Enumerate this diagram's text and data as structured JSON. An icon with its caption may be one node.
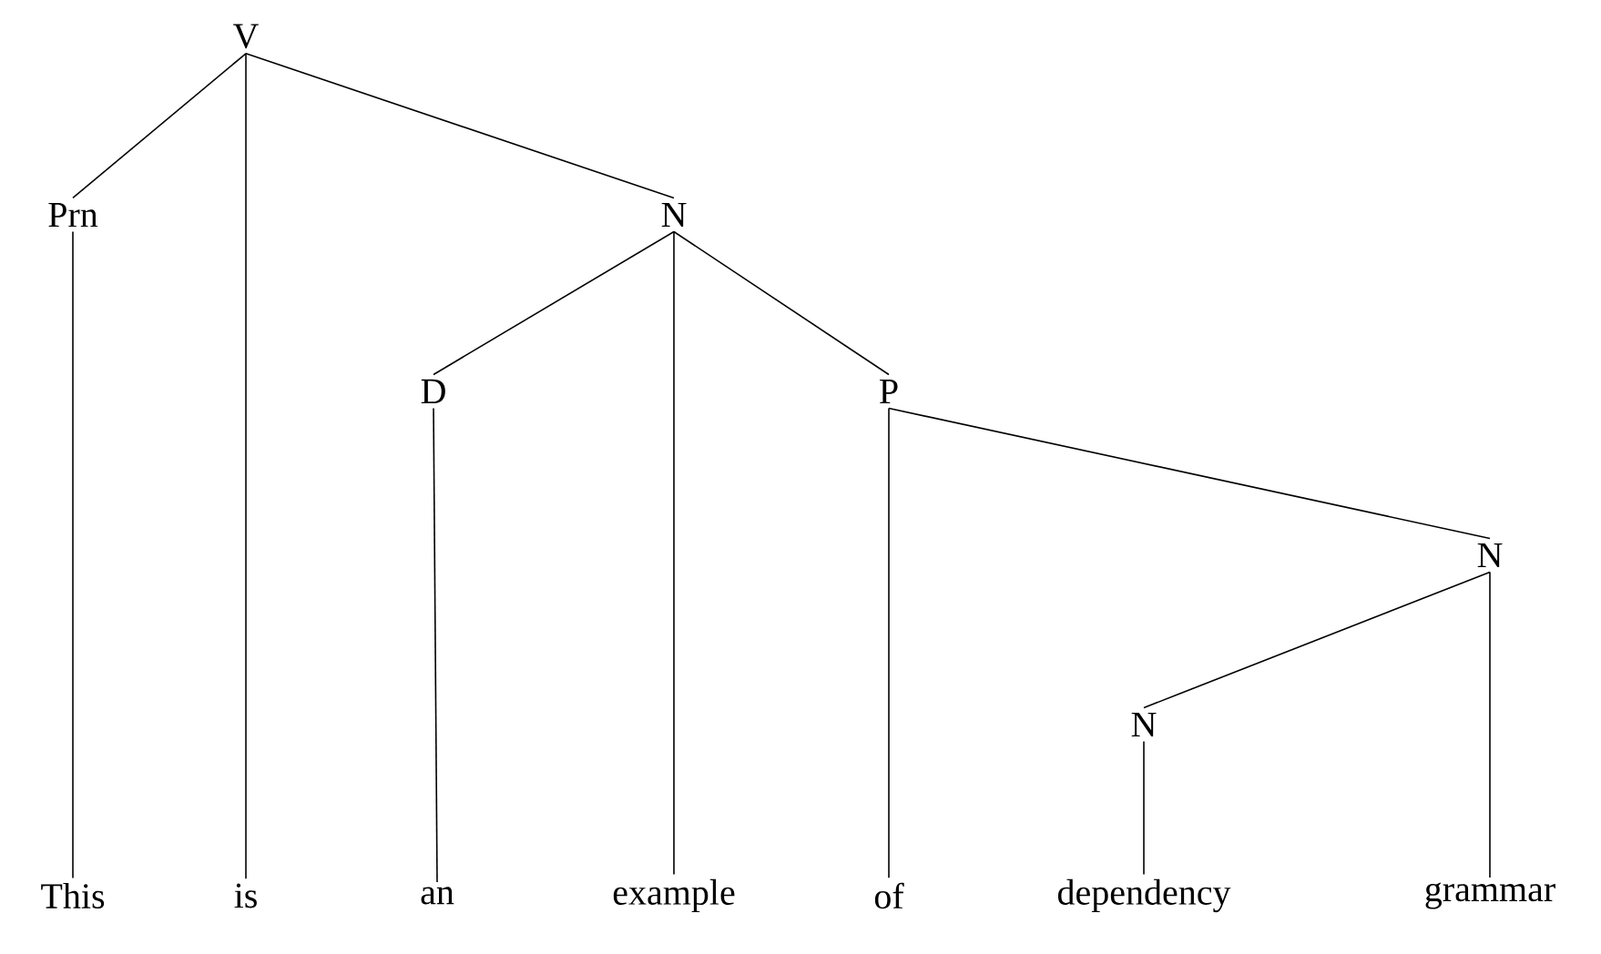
{
  "diagram": {
    "nodes": [
      {
        "text": [
          "V"
        ]
      },
      {
        "text": [
          "Prn"
        ]
      },
      {
        "text": [
          "N"
        ]
      },
      {
        "text": [
          "D"
        ]
      },
      {
        "text": [
          "P"
        ]
      },
      {
        "text": [
          "N"
        ]
      },
      {
        "text": [
          "N"
        ]
      },
      {
        "text": [
          "This"
        ]
      },
      {
        "text": [
          "is"
        ]
      },
      {
        "text": [
          "an"
        ]
      },
      {
        "text": [
          "example"
        ]
      },
      {
        "text": [
          "of"
        ]
      },
      {
        "text": [
          "dependency"
        ]
      },
      {
        "text": [
          "grammar"
        ]
      }
    ],
    "edges": [
      {
        "from": 0,
        "to": 1,
        "arrow": "none"
      },
      {
        "from": 0,
        "to": 2,
        "arrow": "none"
      },
      {
        "from": 2,
        "to": 3,
        "arrow": "none"
      },
      {
        "from": 2,
        "to": 4,
        "arrow": "none"
      },
      {
        "from": 4,
        "to": 5,
        "arrow": "none"
      },
      {
        "from": 5,
        "to": 6,
        "arrow": "none"
      },
      {
        "from": 1,
        "to": 7,
        "arrow": "none"
      },
      {
        "from": 0,
        "to": 8,
        "arrow": "none"
      },
      {
        "from": 3,
        "to": 9,
        "arrow": "none"
      },
      {
        "from": 2,
        "to": 10,
        "arrow": "none"
      },
      {
        "from": 4,
        "to": 11,
        "arrow": "none"
      },
      {
        "from": 6,
        "to": 12,
        "arrow": "none"
      },
      {
        "from": 5,
        "to": 13,
        "arrow": "none"
      }
    ]
  }
}
